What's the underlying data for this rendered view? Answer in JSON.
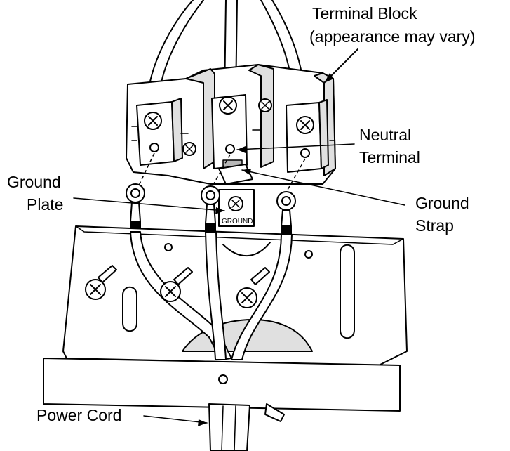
{
  "labels": {
    "terminal_block_line1": "Terminal Block",
    "terminal_block_line2": "(appearance may vary)",
    "neutral_line1": "Neutral",
    "neutral_line2": "Terminal",
    "ground_plate_line1": "Ground",
    "ground_plate_line2": "Plate",
    "ground_strap_line1": "Ground",
    "ground_strap_line2": "Strap",
    "power_cord": "Power Cord",
    "ground_tag": "GROUND"
  }
}
